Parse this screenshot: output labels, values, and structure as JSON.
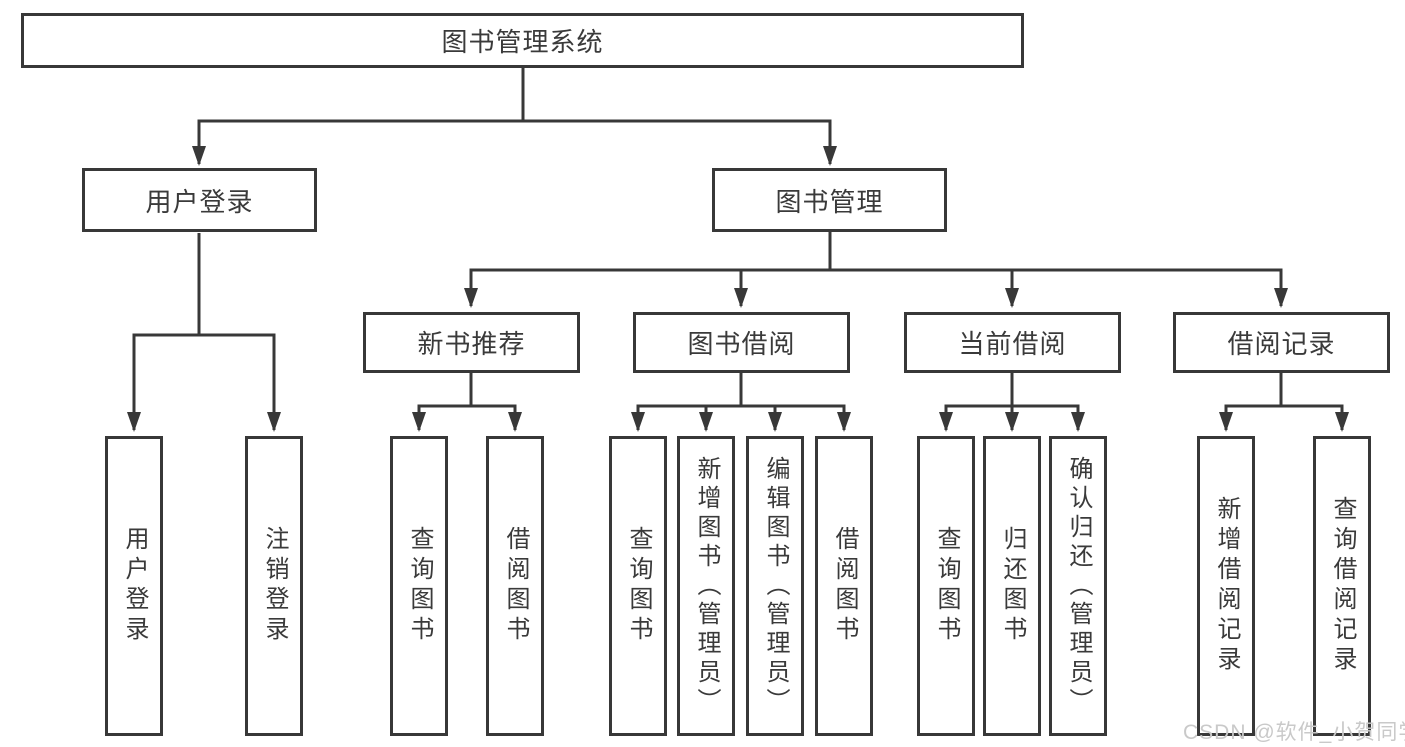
{
  "diagram": {
    "root_label": "图书管理系统",
    "user_login": {
      "label": "用户登录",
      "children": [
        "用户登录",
        "注销登录"
      ]
    },
    "book_management": {
      "label": "图书管理",
      "groups": [
        {
          "label": "新书推荐",
          "children": [
            "查询图书",
            "借阅图书"
          ]
        },
        {
          "label": "图书借阅",
          "children": [
            "查询图书",
            "新增图书（管理员）",
            "编辑图书（管理员）",
            "借阅图书"
          ]
        },
        {
          "label": "当前借阅",
          "children": [
            "查询图书",
            "归还图书",
            "确认归还（管理员）"
          ]
        },
        {
          "label": "借阅记录",
          "children": [
            "新增借阅记录",
            "查询借阅记录"
          ]
        }
      ]
    }
  },
  "watermark": {
    "text": "CSDN @软件_小贺同学"
  },
  "colors": {
    "line": "#383838",
    "text": "#3a3a3a",
    "box_background": "#ffffff",
    "watermark": "#c9c9c9"
  }
}
